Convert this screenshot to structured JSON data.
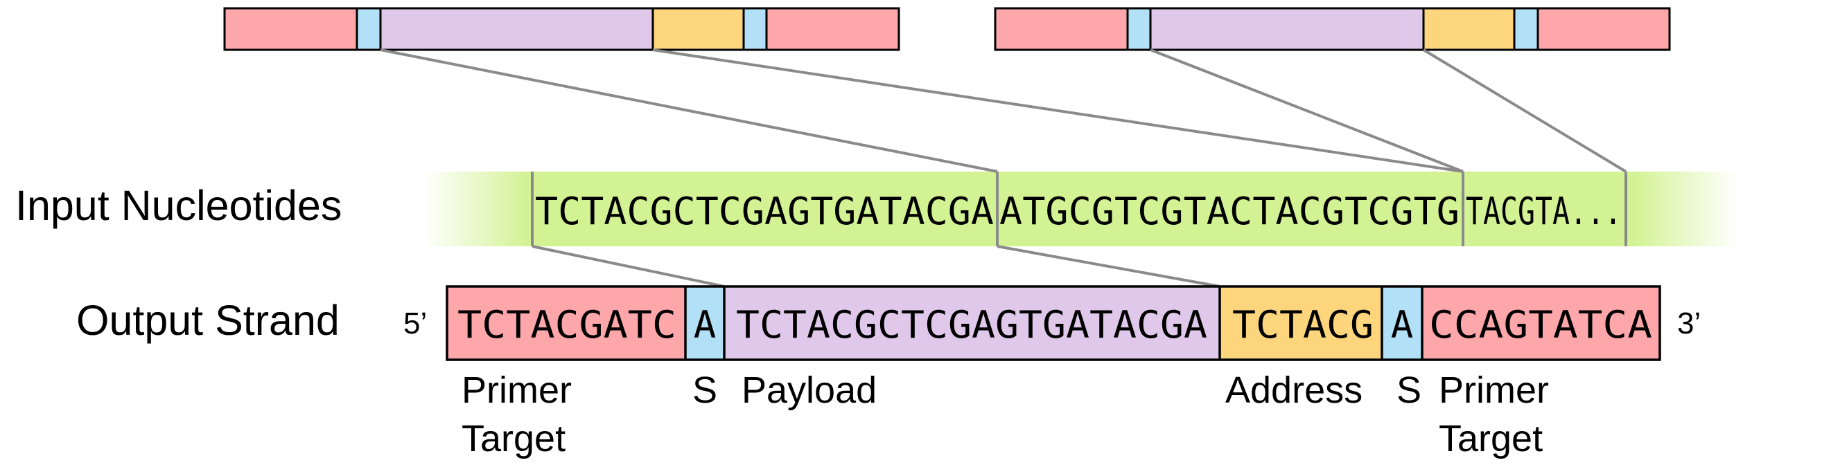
{
  "colors": {
    "primer": "#fea7ab",
    "spacer": "#b2e1f7",
    "payload": "#dfc8ea",
    "address": "#fdd57c",
    "nucleotide_band": "#d2f293",
    "connector": "#8a8a8a",
    "outline": "#000000"
  },
  "input_row": {
    "label": "Input Nucleotides",
    "sequence_segments": [
      "TCTACGCTCGAGTGATACGA",
      "ATGCGTCGTACTACGTCGTG",
      "TACGTA..."
    ]
  },
  "output_row": {
    "label": "Output Strand",
    "five_prime": "5’",
    "three_prime": "3’",
    "segments": [
      {
        "role": "primer",
        "sequence": "TCTACGATC",
        "caption_line1": "Primer",
        "caption_line2": "Target"
      },
      {
        "role": "spacer",
        "sequence": "A",
        "caption_line1": "S",
        "caption_line2": ""
      },
      {
        "role": "payload",
        "sequence": "TCTACGCTCGAGTGATACGA",
        "caption_line1": "Payload",
        "caption_line2": ""
      },
      {
        "role": "address",
        "sequence": "TCTACG",
        "caption_line1": "Address",
        "caption_line2": ""
      },
      {
        "role": "spacer",
        "sequence": "A",
        "caption_line1": "S",
        "caption_line2": ""
      },
      {
        "role": "primer",
        "sequence": "CCAGTATCA",
        "caption_line1": "Primer",
        "caption_line2": "Target"
      }
    ]
  },
  "strand_thumbnails": [
    {
      "segments": [
        "primer",
        "spacer",
        "payload",
        "address",
        "spacer",
        "primer"
      ]
    },
    {
      "segments": [
        "primer",
        "spacer",
        "payload",
        "address",
        "spacer",
        "primer"
      ]
    }
  ]
}
